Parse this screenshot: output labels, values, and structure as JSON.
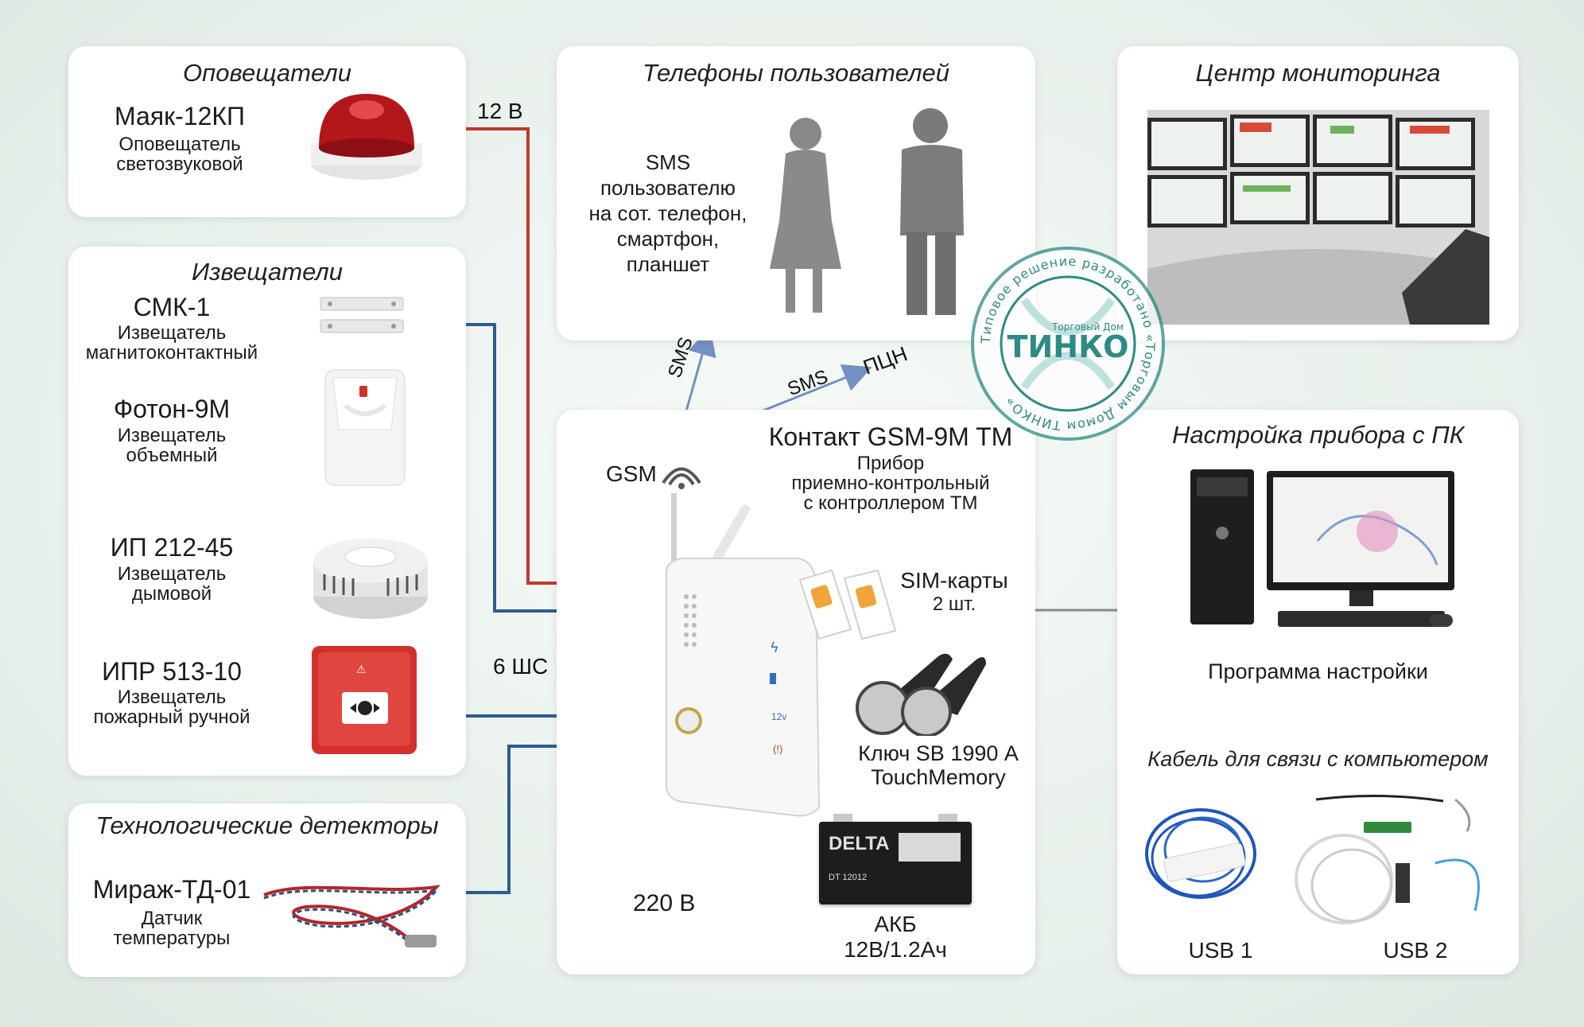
{
  "panels": {
    "annunciators": {
      "title": "Оповещатели",
      "items": [
        {
          "name": "Маяк-12КП",
          "desc1": "Оповещатель",
          "desc2": "светозвуковой"
        }
      ]
    },
    "detectors": {
      "title": "Извещатели",
      "items": [
        {
          "name": "СМК-1",
          "desc1": "Извещатель",
          "desc2": "магнитоконтактный"
        },
        {
          "name": "Фотон-9М",
          "desc1": "Извещатель",
          "desc2": "объемный"
        },
        {
          "name": "ИП 212-45",
          "desc1": "Извещатель",
          "desc2": "дымовой"
        },
        {
          "name": "ИПР 513-10",
          "desc1": "Извещатель",
          "desc2": "пожарный ручной"
        }
      ]
    },
    "tech": {
      "title": "Технологические детекторы",
      "items": [
        {
          "name": "Мираж-ТД-01",
          "desc1": "Датчик",
          "desc2": "температуры"
        }
      ]
    },
    "phones": {
      "title": "Телефоны  пользователей",
      "lines": [
        "SMS",
        "пользователю",
        "на сот. телефон,",
        "смартфон,",
        "планшет"
      ]
    },
    "monitoring": {
      "title": "Центр мониторинга"
    },
    "device": {
      "name": "Контакт GSM-9M TM",
      "desc": [
        "Прибор",
        "приемно-контрольный",
        "с контроллером ТМ"
      ],
      "gsm": "GSM",
      "sim1": "SIM-карты",
      "sim2": "2 шт.",
      "key1": "Ключ SB 1990 А",
      "key2": "TouchMemory",
      "akb1": "АКБ",
      "akb2": "12В/1.2Ач",
      "battery_brand": "DELTA",
      "battery_model": "DT 12012",
      "power": "220 В",
      "led_labels": [
        "12v",
        "(!)"
      ]
    },
    "setup": {
      "title": "Настройка прибора с ПК",
      "program": "Программа настройки",
      "cable_title": "Кабель для связи с компьютером",
      "usb1": "USB 1",
      "usb2": "USB 2"
    }
  },
  "wires": {
    "v12": "12 В",
    "loops": "6 ШС",
    "sms_left": "SMS",
    "sms_right": "SMS",
    "pcn": "ПЦН"
  },
  "stamp": {
    "ring_text": "Типовое решение разработано «Торговым Домом ТИНКО»",
    "brand": "ТИНКО",
    "brand_small": "Торговый Дом"
  },
  "colors": {
    "red_wire": "#c0392b",
    "blue_wire": "#2c5d8f",
    "gray_wire": "#8a8a8a",
    "stamp": "#2e8a86",
    "sms_arrow": "#6f8fc0"
  }
}
